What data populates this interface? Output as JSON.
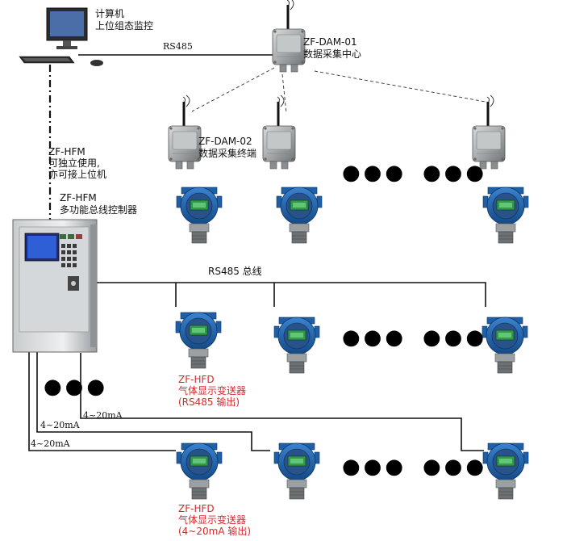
{
  "computer": {
    "name": "计算机",
    "role": "上位组态监控"
  },
  "rs485_top_label": "RS485",
  "dam01": {
    "model": "ZF-DAM-01",
    "role": "数据采集中心"
  },
  "dam02": {
    "model": "ZF-DAM-02",
    "role": "数据采集终端"
  },
  "hfm_link": {
    "model": "ZF-HFM",
    "line1": "可独立使用,",
    "line2": "亦可接上位机"
  },
  "hfm": {
    "model": "ZF-HFM",
    "role": "多功能总线控制器"
  },
  "bus_label": "RS485 总线",
  "hfd_rs485": {
    "model": "ZF-HFD",
    "line1": "气体显示变送器",
    "line2": "(RS485 输出)"
  },
  "hfd_analog": {
    "model": "ZF-HFD",
    "line1": "气体显示变送器",
    "line2": "(4~20mA 输出)"
  },
  "analog_labels": [
    "4~20mA",
    "4~20mA",
    "4~20mA"
  ],
  "ellipsis": "●●●",
  "colors": {
    "transmitter_blue": "#1e5fa8",
    "display_green": "#2f9a4a",
    "label_red": "#d8282a",
    "box_grey": "#a8acae"
  },
  "icons": {
    "computer": "monitor-keyboard-icon",
    "wireless_box": "antenna-enclosure-icon",
    "transmitter": "gas-transmitter-icon",
    "controller": "control-cabinet-icon"
  }
}
